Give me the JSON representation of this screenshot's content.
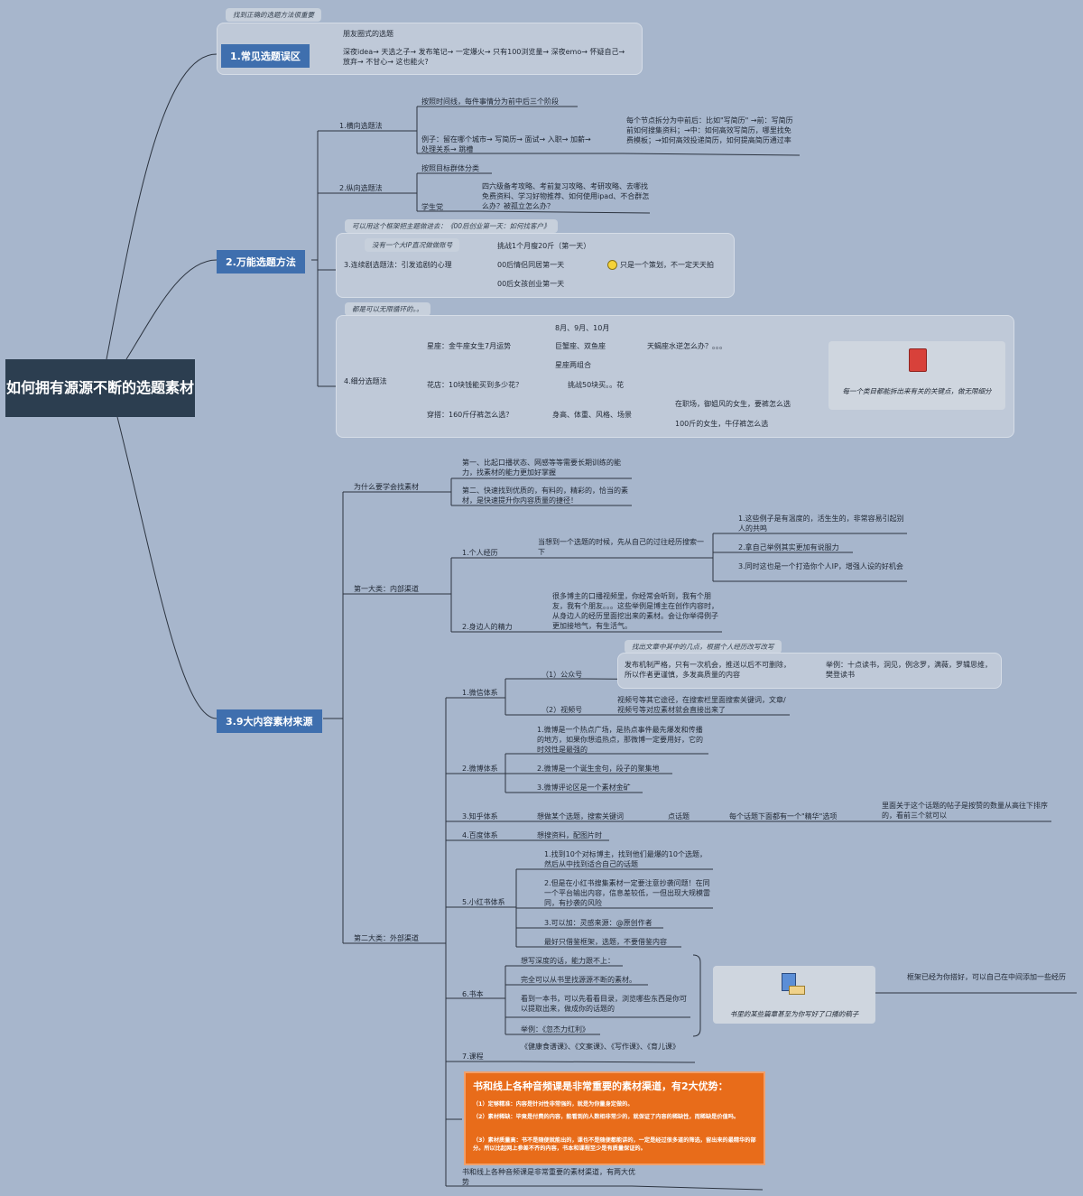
{
  "root": {
    "title": "如何拥有源源不断的选题素材"
  },
  "b1": {
    "label": "1.常见选题误区",
    "note": "找到正确的选题方法很重要",
    "item1": "朋友圈式的选题",
    "item2": "深夜idea→ 天选之子→ 发布笔记→ 一定爆火→ 只有100浏览量→ 深夜emo→ 怀疑自己→ 放弃→ 不甘心→ 这也能火?"
  },
  "b2": {
    "label": "2.万能选题方法",
    "s1": {
      "label": "1.横向选题法",
      "a": "按照时间线，每件事情分为前中后三个阶段",
      "b": "例子：留在哪个城市→ 写简历→ 面试→ 入职→ 加薪→ 处理关系→ 跳槽",
      "c": "每个节点拆分为中前后：比如\"写简历\" →前：写简历前如何搜集资料；→中：如何高效写简历，哪里找免费模板；→如何高效投递简历，如何提高简历通过率"
    },
    "s2": {
      "label": "2.纵向选题法",
      "a": "按照目标群体分类",
      "b": "学生党",
      "c": "四六级备考攻略、考前复习攻略、考研攻略、去哪找免费资料、学习好物推荐、如何使用ipad、不合群怎么办？被孤立怎么办？"
    },
    "s3": {
      "label": "3.连续剧选题法：引发追剧的心理",
      "note": "可以用这个框架把主题做进去：《00后创业第一天：如何找客户》",
      "sub": "没有一个大IP直况做做账号",
      "a": "挑战1个月瘦20斤（第一天）",
      "b": "00后情侣同居第一天",
      "c": "00后女孩创业第一天",
      "d": "只是一个策划，不一定天天拍"
    },
    "s4": {
      "label": "4.细分选题法",
      "note": "都是可以无限循环的。。",
      "a": "星座：金牛座女生7月运势",
      "a1": "8月、9月、10月",
      "a2": "巨蟹座、双鱼座",
      "a3": "星座两组合",
      "a4": "天蝎座水逆怎么办？。。。",
      "b": "花店：10块钱能买到多少花？",
      "b1": "挑战50块买。。花",
      "c": "穿搭：160斤仔裤怎么选？",
      "c1": "身高、体重、风格、场景",
      "c2": "在职场，御姐风的女生，要裤怎么选",
      "c3": "100斤的女生，牛仔裤怎么选",
      "card": "每一个类目都能拆出来有关的关键点，做无限细分"
    }
  },
  "b3": {
    "label": "3.9大内容素材来源",
    "why": {
      "label": "为什么要学会找素材",
      "a": "第一、比起口播状态、网感等等需要长期训练的能力，找素材的能力更加好掌握",
      "b": "第二、快速找到优质的，有料的，精彩的，恰当的素材，是快速提升你内容质量的捷径！"
    },
    "cat1": {
      "label": "第一大类：内部渠道",
      "p1": {
        "label": "1.个人经历",
        "a": "当想到一个选题的时候，先从自己的过往经历搜索一下",
        "b": "1.这些例子是有温度的，活生生的，非常容易引起别人的共鸣",
        "c": "2.拿自己举例其实更加有说服力",
        "d": "3.同时这也是一个打造你个人IP，增强人设的好机会"
      },
      "p2": {
        "label": "2.身边人的精力",
        "a": "很多博主的口播视频里，你经常会听到，我有个朋友，我有个朋友。。。这些举例是博主在创作内容时，从身边人的经历里面挖出来的素材。会让你举得例子更加接地气，有生活气。"
      }
    },
    "cat2": {
      "label": "第二大类：外部渠道",
      "wx": {
        "label": "1.微信体系",
        "note": "找出文章中其中的几点，根据个人经历改写改写",
        "gzh": "（1）公众号",
        "gzh_a": "发布机制严格，只有一次机会，推送以后不可删除，所以作者更谨慎，多发高质量的内容",
        "gzh_b": "举例：十点读书，洞见，例念罗，满薇，罗辑思维，樊登读书",
        "sph": "（2）视频号",
        "sph_a": "视频号等其它途径，在搜索栏里面搜索关键词，文章/视频号等对应素材就会直接出来了"
      },
      "wb": {
        "label": "2.微博体系",
        "a": "1.微博是一个热点广场，是热点事件最先爆发和传播的地方，如果你想追热点，那微博一定要用好，它的时效性是最强的",
        "b": "2.微博是一个诞生金句，段子的聚集地",
        "c": "3.微博评论区是一个素材金矿"
      },
      "zh": {
        "label": "3.知乎体系",
        "a": "想做某个选题，搜索关键词",
        "b": "点话题",
        "c": "每个话题下面都有一个\"精华\"选项",
        "d": "里面关于这个话题的帖子是按赞的数量从高往下排序的，看前三个就可以"
      },
      "bd": {
        "label": "4.百度体系",
        "a": "想搜资料，配图片时"
      },
      "xhs": {
        "label": "5.小红书体系",
        "a": "1.找到10个对标博主，找到他们最爆的10个选题，然后从中找到适合自己的话题",
        "b": "2.但是在小红书搜集素材一定要注意抄袭问题！在同一个平台输出内容，信息差较低，一但出现大规模雷同，有抄袭的风险",
        "c": "3.可以加：灵感来源：@原创作者",
        "d": "最好只借鉴框架，选题，不要借鉴内容"
      },
      "book": {
        "label": "6.书本",
        "a": "想写深度的话，能力跟不上：",
        "b": "完全可以从书里找源源不断的素材。",
        "c": "看到一本书，可以先看看目录，浏览哪些东西是你可以提取出来，做成你的话题的",
        "d": "举例：《忽杰力红利》",
        "card": "书里的某些篇章甚至为你写好了口播的稿子",
        "side": "框架已经为你搭好，可以自己在中间添加一些经历"
      },
      "course": {
        "label": "7.课程",
        "a": "《健康食谱课》、《文案课》、《写作课》、《育儿课》"
      },
      "promo": {
        "h": "书和线上各种音频课是非常重要的素材渠道，有2大优势：",
        "l1": "（1）定够精准：内容是针对性非常强的，就是为你量身定做的。",
        "l2": "（2）素材稀缺：毕竟是付费的内容，能看到的人数相非常少的，就保证了内容的稀缺性，而稀缺是价值吗。",
        "l3": "（3）素材质量高：书不是随便就能出的，课也不是随便都能讲的，一定是经过很多道的筛选，留出来的最精华的部分。所以比起网上参差不齐的内容，书本和课程至少是有质量保证的。",
        "caption": "书和线上各种音频课是非常重要的素材渠道，有两大优势"
      }
    }
  }
}
